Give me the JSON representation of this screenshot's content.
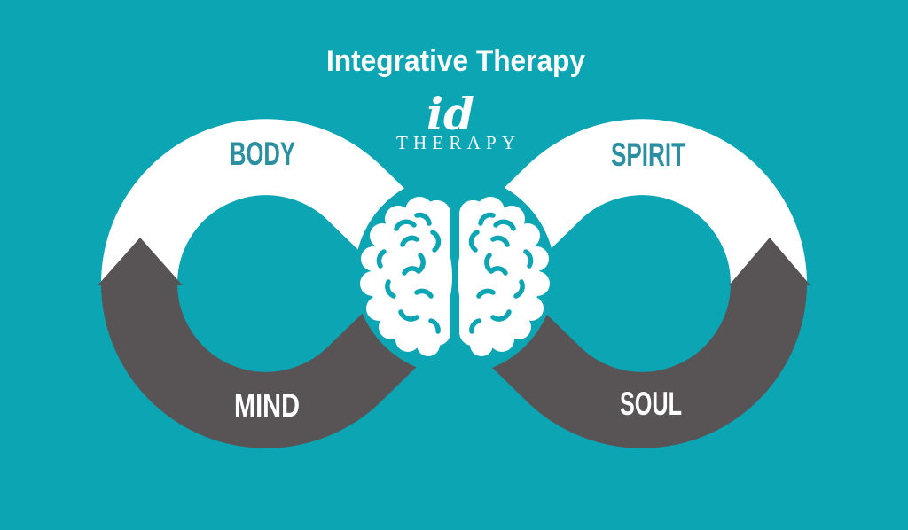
{
  "title": "Integrative Therapy",
  "logo": {
    "script": "id",
    "wordmark": "THERAPY"
  },
  "diagram": {
    "type": "infinity-flow",
    "center_icon": "brain-icon",
    "labels": {
      "body": "BODY",
      "spirit": "SPIRIT",
      "mind": "MIND",
      "soul": "SOUL"
    }
  },
  "colors": {
    "background": "#0BA5B4",
    "band_light": "#FFFFFF",
    "band_dark": "#585455",
    "label_teal": "#2A8FA0",
    "text_light": "#FFFFFF"
  }
}
